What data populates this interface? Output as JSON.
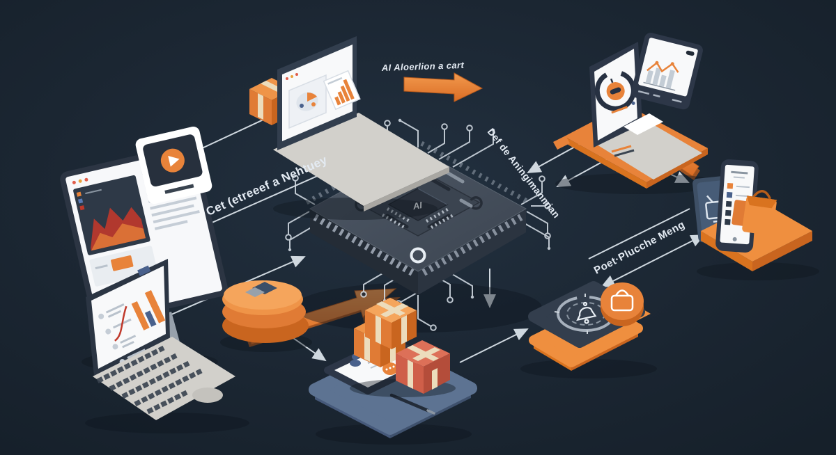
{
  "scene": {
    "background_color": "#18232f",
    "accent_color": "#e8833a",
    "connector_color": "#dfe7ee",
    "device_dark_color": "#2d3748",
    "screen_white_color": "#f8f9fa",
    "package_red_color": "#cf5f49"
  },
  "labels": {
    "top_caption": "AI Aloerlion a cart",
    "left_flow": "Cet (etreeef a Nehtuey",
    "right_flow": "Def de Aningimanmian",
    "bottom_right_flow": "Poet·Plucche Meng"
  },
  "chip": {
    "label": "AI"
  },
  "nodes": [
    {
      "id": "dashboard-monitor",
      "position": "left",
      "icon": "play-button-icon"
    },
    {
      "id": "data-coins",
      "position": "left-center",
      "icon": "database-icon"
    },
    {
      "id": "analytics-laptop",
      "position": "top-left",
      "icon": "pie-bar-chart-icon"
    },
    {
      "id": "reports-laptop",
      "position": "bottom-left",
      "icon": "bar-chart-icon"
    },
    {
      "id": "ai-chip",
      "position": "center",
      "icon": "cpu-icon"
    },
    {
      "id": "assistant-laptop",
      "position": "top-right",
      "icon": "robot-face-icon"
    },
    {
      "id": "trend-tablet",
      "position": "top-right-float",
      "icon": "line-chart-icon"
    },
    {
      "id": "shopping-phone",
      "position": "right",
      "icon": "shopping-bag-icon"
    },
    {
      "id": "notification-tablet",
      "position": "bottom-right",
      "icon": "bell-icon"
    },
    {
      "id": "delivery-phone",
      "position": "bottom-center",
      "icon": "package-icon"
    }
  ],
  "connections": [
    {
      "from": "dashboard-monitor",
      "to": "analytics-laptop",
      "style": "double-arrow"
    },
    {
      "from": "reports-laptop",
      "to": "ai-chip",
      "style": "arrow"
    },
    {
      "from": "dashboard-monitor",
      "to": "delivery-phone",
      "style": "arrow"
    },
    {
      "from": "assistant-laptop",
      "to": "ai-chip",
      "style": "double-arrow"
    },
    {
      "from": "ai-chip",
      "to": "shopping-phone",
      "style": "arrow"
    },
    {
      "from": "delivery-phone",
      "to": "notification-tablet",
      "style": "arrow"
    },
    {
      "from": "shopping-phone",
      "to": "notification-tablet",
      "style": "double-arrow"
    },
    {
      "from": "ai-chip",
      "to": "notification-tablet",
      "style": "arrow"
    }
  ]
}
